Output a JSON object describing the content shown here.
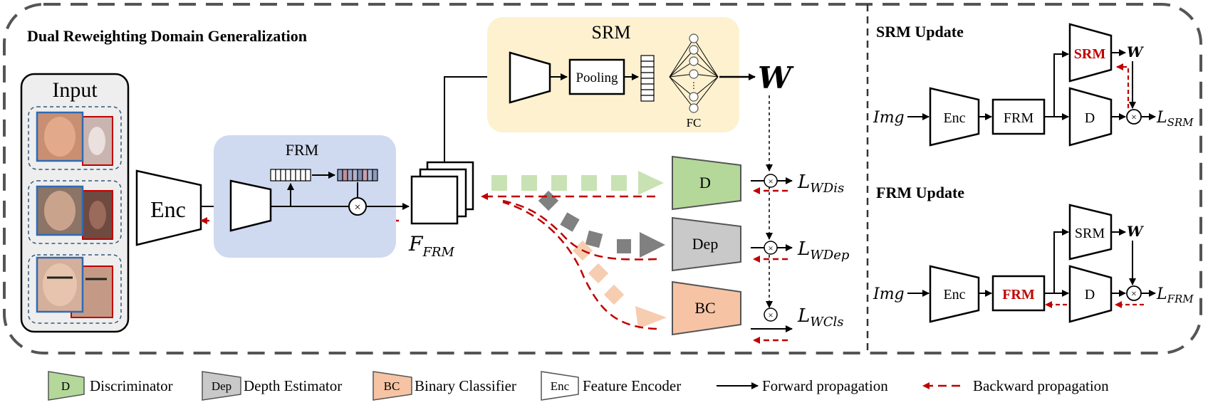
{
  "main": {
    "title": "Dual Reweighting Domain Generalization",
    "input_label": "Input",
    "enc_label": "Enc",
    "frm_label": "FRM",
    "srm_label": "SRM",
    "pooling_label": "Pooling",
    "fc_label": "FC",
    "w_label": "W",
    "feature_label": "F",
    "feature_sub": "FRM",
    "heads": [
      {
        "label": "D",
        "loss": "L",
        "loss_sub": "WDis",
        "color": "#b4d89a"
      },
      {
        "label": "Dep",
        "loss": "L",
        "loss_sub": "WDep",
        "color": "#c9c9c9"
      },
      {
        "label": "BC",
        "loss": "L",
        "loss_sub": "WCls",
        "color": "#f6c4a4"
      }
    ]
  },
  "srm_update": {
    "title": "SRM Update",
    "img": "Img",
    "enc": "Enc",
    "frm": "FRM",
    "srm": "SRM",
    "d": "D",
    "w": "W",
    "loss": "L",
    "loss_sub": "SRM"
  },
  "frm_update": {
    "title": "FRM Update",
    "img": "Img",
    "enc": "Enc",
    "frm": "FRM",
    "srm": "SRM",
    "d": "D",
    "w": "W",
    "loss": "L",
    "loss_sub": "FRM"
  },
  "legend": [
    {
      "icon": "D",
      "text": "Discriminator",
      "color": "#b4d89a"
    },
    {
      "icon": "Dep",
      "text": "Depth Estimator",
      "color": "#c9c9c9"
    },
    {
      "icon": "BC",
      "text": "Binary Classifier",
      "color": "#f6c4a4"
    },
    {
      "icon": "Enc",
      "text": "Feature Encoder",
      "color": "#ffffff"
    },
    {
      "text": "Forward propagation"
    },
    {
      "text": "Backward propagation"
    }
  ],
  "colors": {
    "frm_panel": "#cfdaf0",
    "srm_panel": "#fdf1cf",
    "input_panel": "#eeeeee",
    "backward": "#c00000",
    "highlight": "#c00000"
  }
}
